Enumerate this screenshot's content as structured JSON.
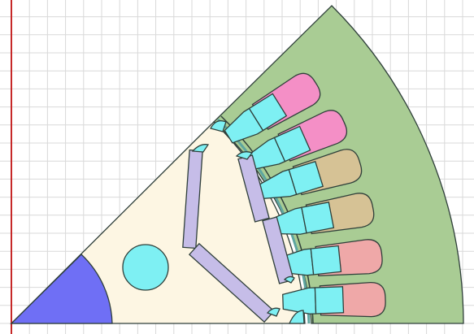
{
  "viewer": {
    "background": "#ffffff",
    "grid_color": "#d9d9d9",
    "axis_color": "#c62828"
  },
  "motor_cross_section": {
    "colors": {
      "stator_core": "#a9cc94",
      "rotor_core": "#fdf6e3",
      "shaft": "#6f6ff5",
      "air_gap_band": "#5ea6a0",
      "slot_opening": "#7ef0f3",
      "magnet": "#c6bde8",
      "barrier": "#7ef0f3",
      "outline": "#2f3f3a"
    },
    "stator_slots": [
      {
        "name": "slot-1",
        "winding": "#f48fc6"
      },
      {
        "name": "slot-2",
        "winding": "#f48fc6"
      },
      {
        "name": "slot-3",
        "winding": "#d6c295"
      },
      {
        "name": "slot-4",
        "winding": "#d6c295"
      },
      {
        "name": "slot-5",
        "winding": "#efa8a8"
      },
      {
        "name": "slot-6",
        "winding": "#efa8a8"
      }
    ],
    "icons": [
      "stator-core-icon",
      "rotor-core-icon",
      "shaft-icon",
      "magnet-icon",
      "winding-slot-icon"
    ]
  }
}
